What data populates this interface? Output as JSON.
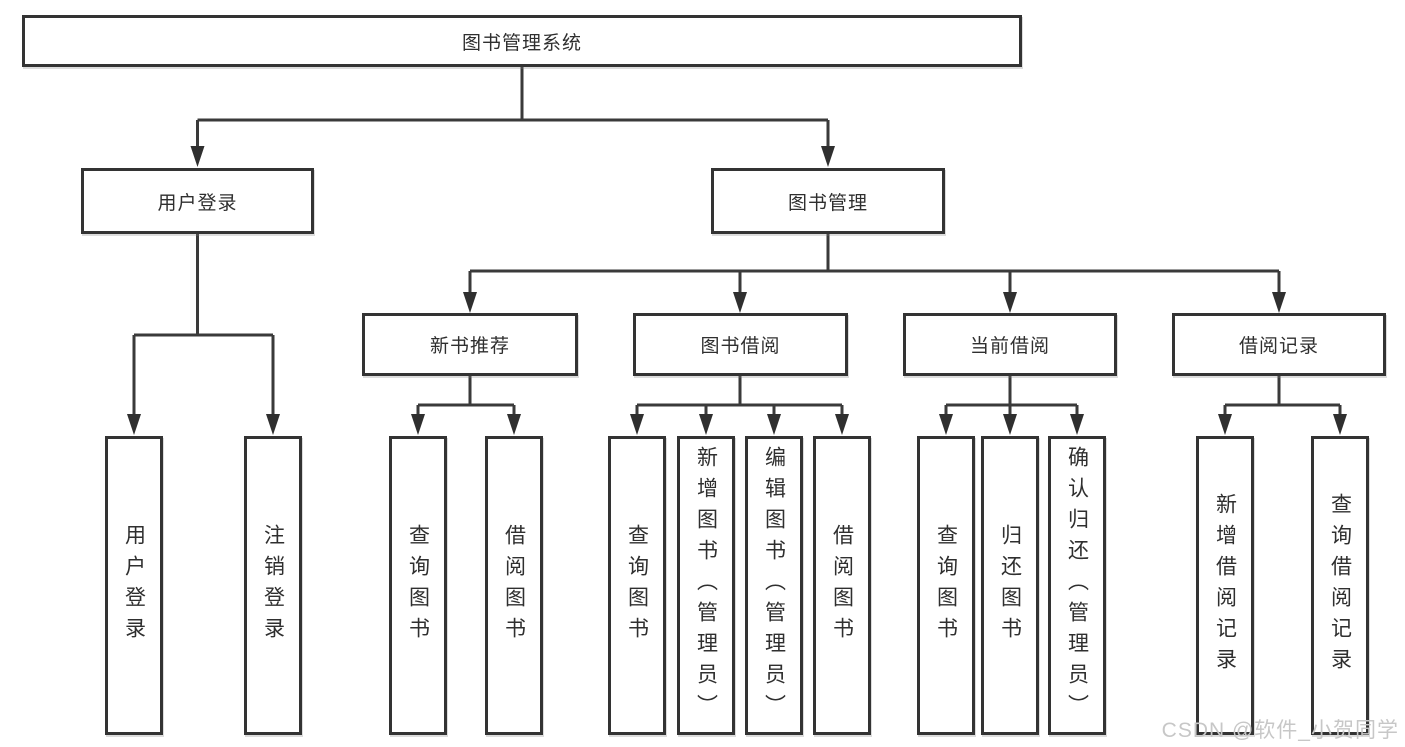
{
  "title": "图书管理系统",
  "tree": {
    "label": "图书管理系统",
    "children": [
      {
        "label": "用户登录",
        "children": [
          {
            "label": "用户登录"
          },
          {
            "label": "注销登录"
          }
        ]
      },
      {
        "label": "图书管理",
        "children": [
          {
            "label": "新书推荐",
            "children": [
              {
                "label": "查询图书"
              },
              {
                "label": "借阅图书"
              }
            ]
          },
          {
            "label": "图书借阅",
            "children": [
              {
                "label": "查询图书"
              },
              {
                "label": "新增图书（管理员）"
              },
              {
                "label": "编辑图书（管理员）"
              },
              {
                "label": "借阅图书"
              }
            ]
          },
          {
            "label": "当前借阅",
            "children": [
              {
                "label": "查询图书"
              },
              {
                "label": "归还图书"
              },
              {
                "label": "确认归还（管理员）"
              }
            ]
          },
          {
            "label": "借阅记录",
            "children": [
              {
                "label": "新增借阅记录"
              },
              {
                "label": "查询借阅记录"
              }
            ]
          }
        ]
      }
    ]
  },
  "watermark": "CSDN @软件_小贺同学",
  "colors": {
    "line": "#3a3a3a",
    "box_border": "#333333",
    "text": "#2f2f2f",
    "background": "#ffffff",
    "watermark": "#c7c7c7"
  }
}
